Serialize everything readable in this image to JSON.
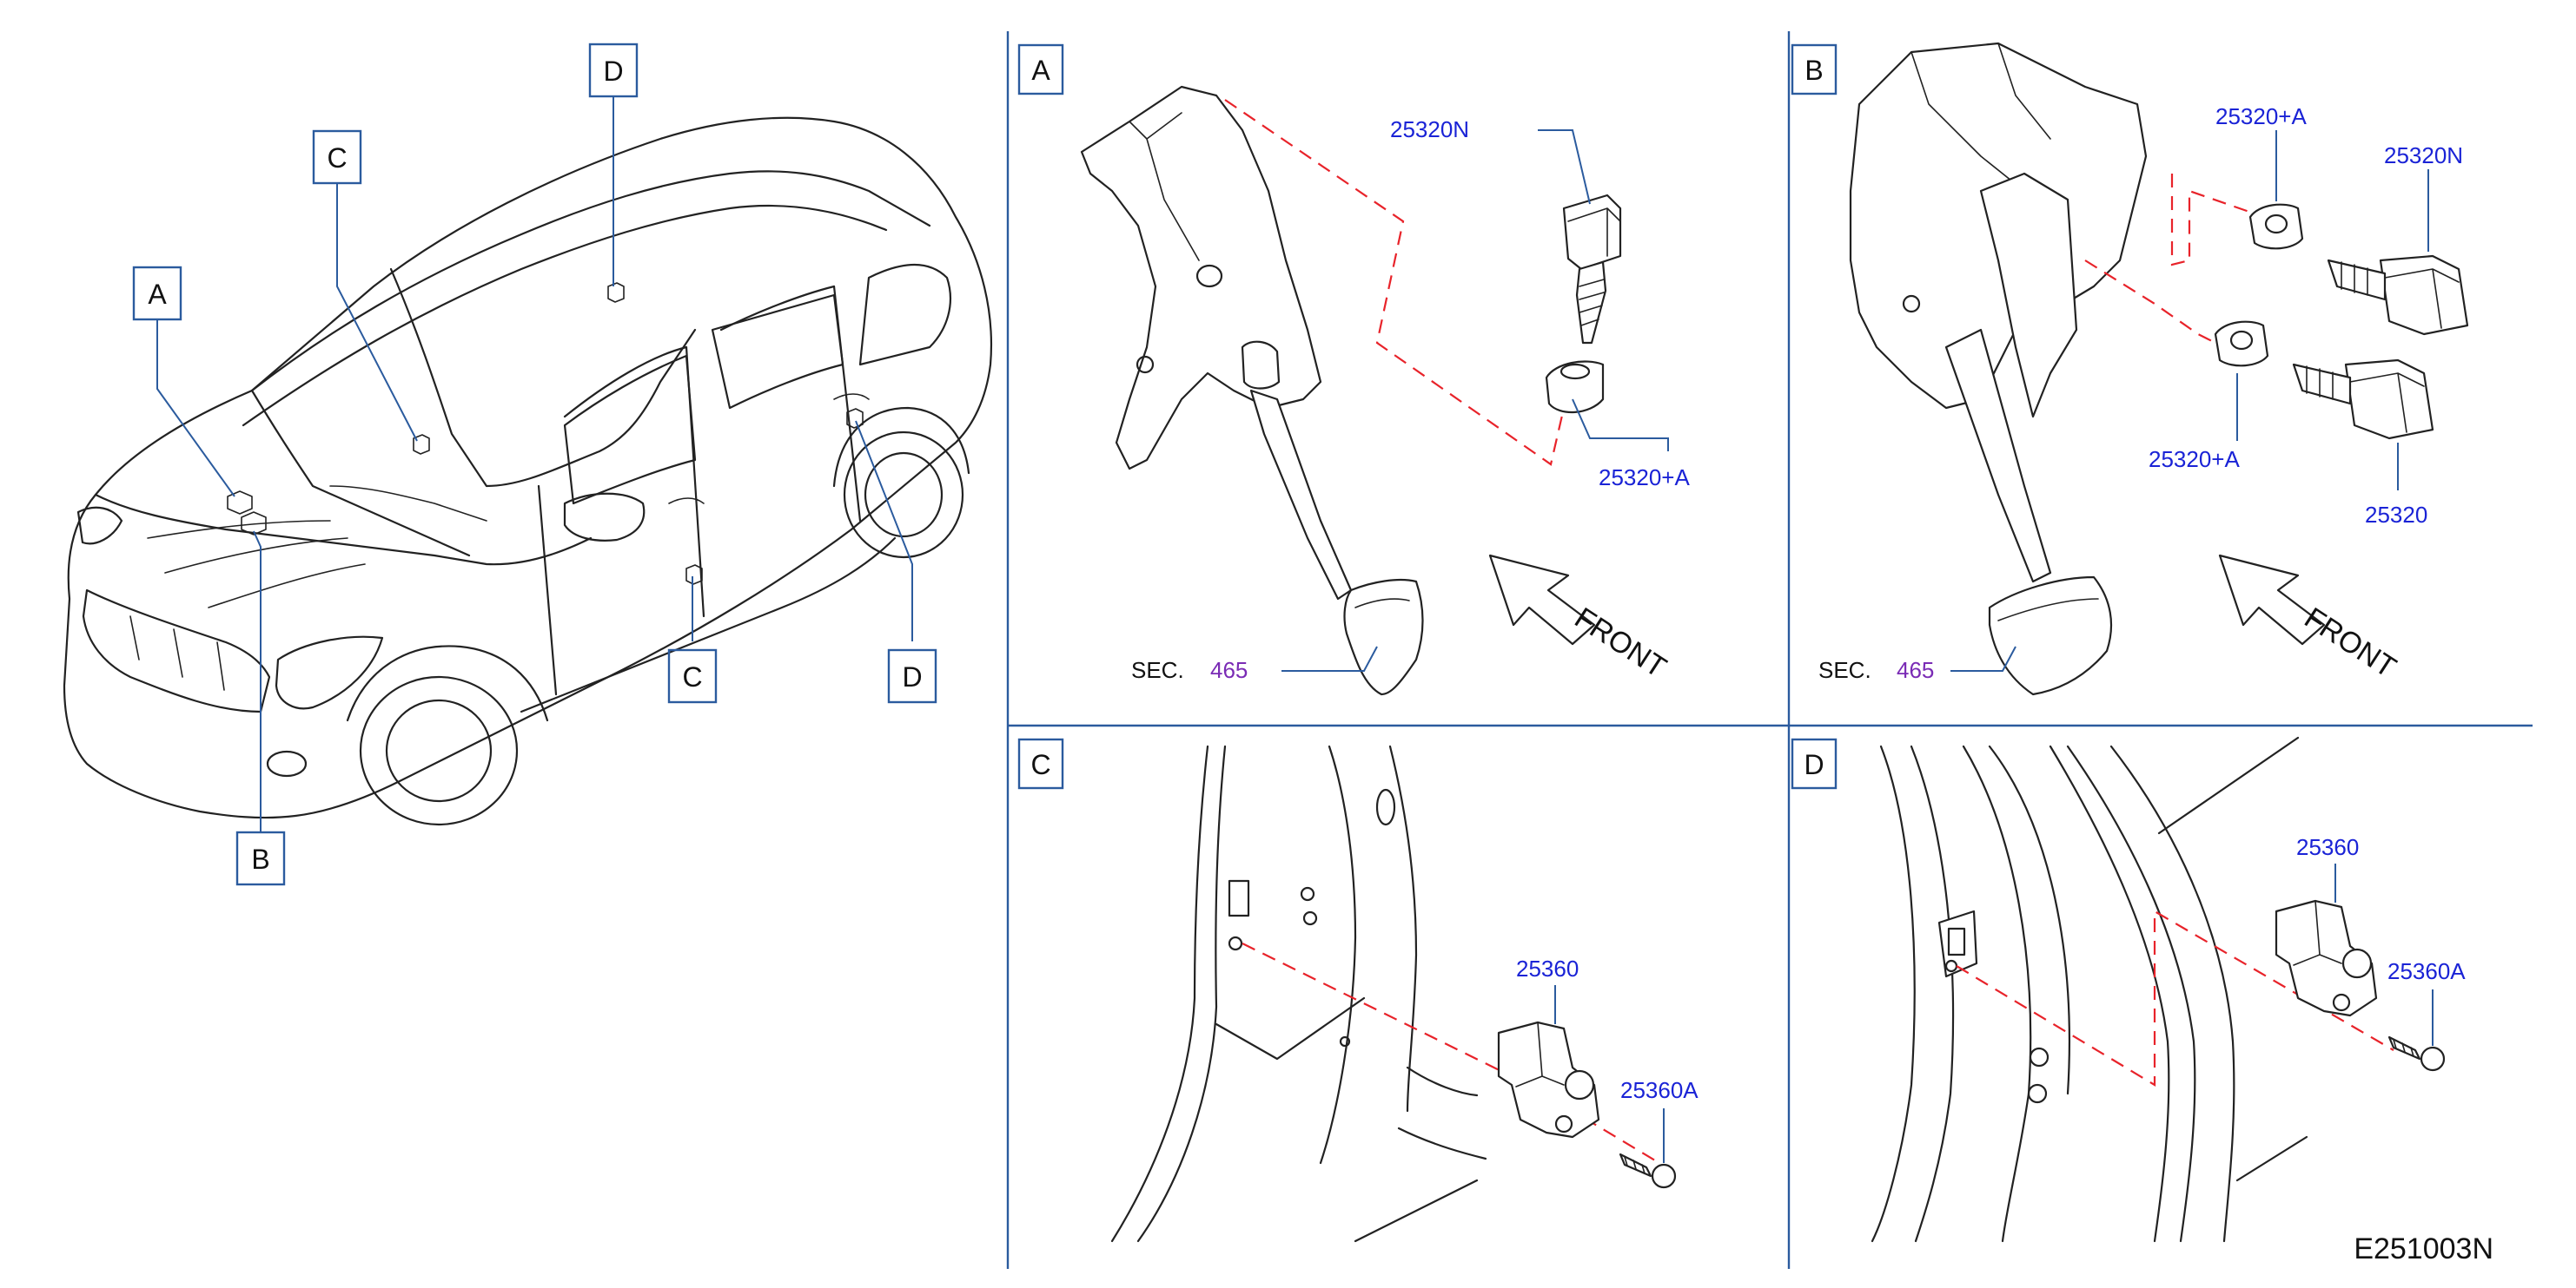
{
  "overview": {
    "callouts": {
      "a": "A",
      "b": "B",
      "c_windshield": "C",
      "c_door": "C",
      "d_roof": "D",
      "d_rear": "D"
    }
  },
  "panel_a": {
    "label": "A",
    "part_switch": "25320N",
    "part_clip": "25320+A",
    "sec_prefix": "SEC.",
    "sec_number": "465",
    "front": "FRONT"
  },
  "panel_b": {
    "label": "B",
    "part_clip_top": "25320+A",
    "part_switch_top": "25320N",
    "part_clip_bottom": "25320+A",
    "part_switch_bottom": "25320",
    "sec_prefix": "SEC.",
    "sec_number": "465",
    "front": "FRONT"
  },
  "panel_c": {
    "label": "C",
    "part_switch": "25360",
    "part_screw": "25360A"
  },
  "panel_d": {
    "label": "D",
    "part_switch": "25360",
    "part_screw": "25360A"
  },
  "diagram_code": "E251003N",
  "colors": {
    "frame": "#2b5b9e",
    "part_number": "#1a23d6",
    "section_number": "#7a2bb5",
    "dashed_guide": "#e8232a"
  }
}
